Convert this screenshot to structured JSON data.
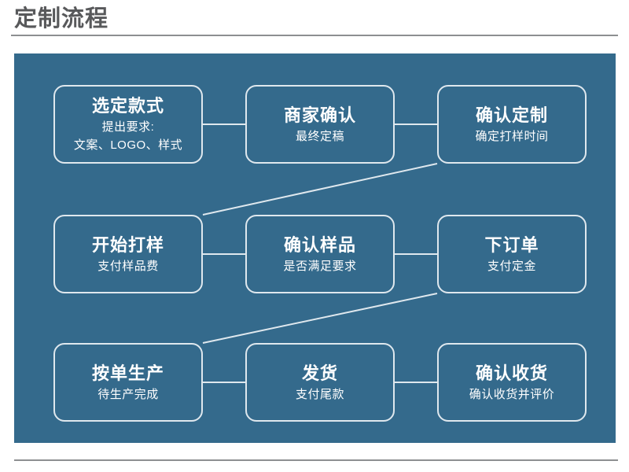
{
  "header": {
    "title": "定制流程"
  },
  "flow": {
    "panel_color": "#346A8C",
    "box_border_color": "#dfe8ee",
    "text_color": "#ffffff",
    "title_color": "#58595b",
    "rule_color": "#8d8f91",
    "steps": [
      {
        "id": "select-style",
        "title": "选定款式",
        "sub1": "提出要求:",
        "sub2": "文案、LOGO、样式"
      },
      {
        "id": "merchant-confirm",
        "title": "商家确认",
        "sub1": "最终定稿",
        "sub2": ""
      },
      {
        "id": "confirm-custom",
        "title": "确认定制",
        "sub1": "确定打样时间",
        "sub2": ""
      },
      {
        "id": "start-sample",
        "title": "开始打样",
        "sub1": "支付样品费",
        "sub2": ""
      },
      {
        "id": "confirm-sample",
        "title": "确认样品",
        "sub1": "是否满足要求",
        "sub2": ""
      },
      {
        "id": "place-order",
        "title": "下订单",
        "sub1": "支付定金",
        "sub2": ""
      },
      {
        "id": "produce-to-order",
        "title": "按单生产",
        "sub1": "待生产完成",
        "sub2": ""
      },
      {
        "id": "ship",
        "title": "发货",
        "sub1": "支付尾款",
        "sub2": ""
      },
      {
        "id": "confirm-receipt",
        "title": "确认收货",
        "sub1": "确认收货并评价",
        "sub2": ""
      }
    ]
  }
}
